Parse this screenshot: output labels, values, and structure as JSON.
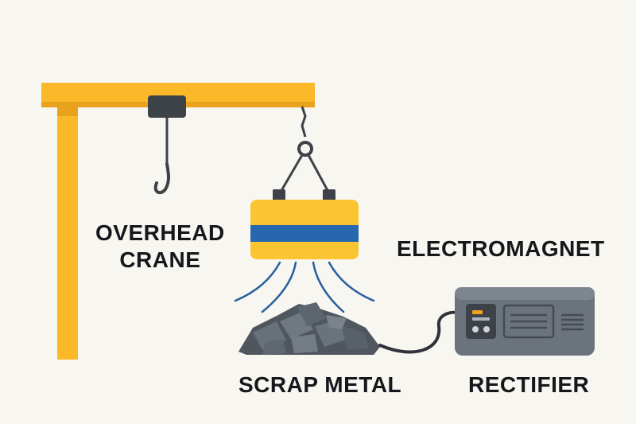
{
  "labels": {
    "crane_line1": "OVERHEAD",
    "crane_line2": "CRANE",
    "electromagnet": "ELECTROMAGNET",
    "scrap_metal": "SCRAP METAL",
    "rectifier": "RECTIFIER"
  },
  "colors": {
    "background": "#f8f6f1",
    "crane_yellow": "#fbb829",
    "crane_shadow": "#e8a21d",
    "magnet_yellow": "#fbc531",
    "magnet_band": "#2667ad",
    "field_lines": "#2a5f9e",
    "dark_gray": "#3d4249",
    "scrap_gray": "#5a626b",
    "rectifier_body": "#6b737c",
    "display_amber": "#f4a21e"
  },
  "icons": [
    "crane-icon",
    "hook-icon",
    "electromagnet-icon",
    "magnetic-field-icon",
    "scrap-pile-icon",
    "rectifier-icon",
    "power-cable-icon"
  ]
}
